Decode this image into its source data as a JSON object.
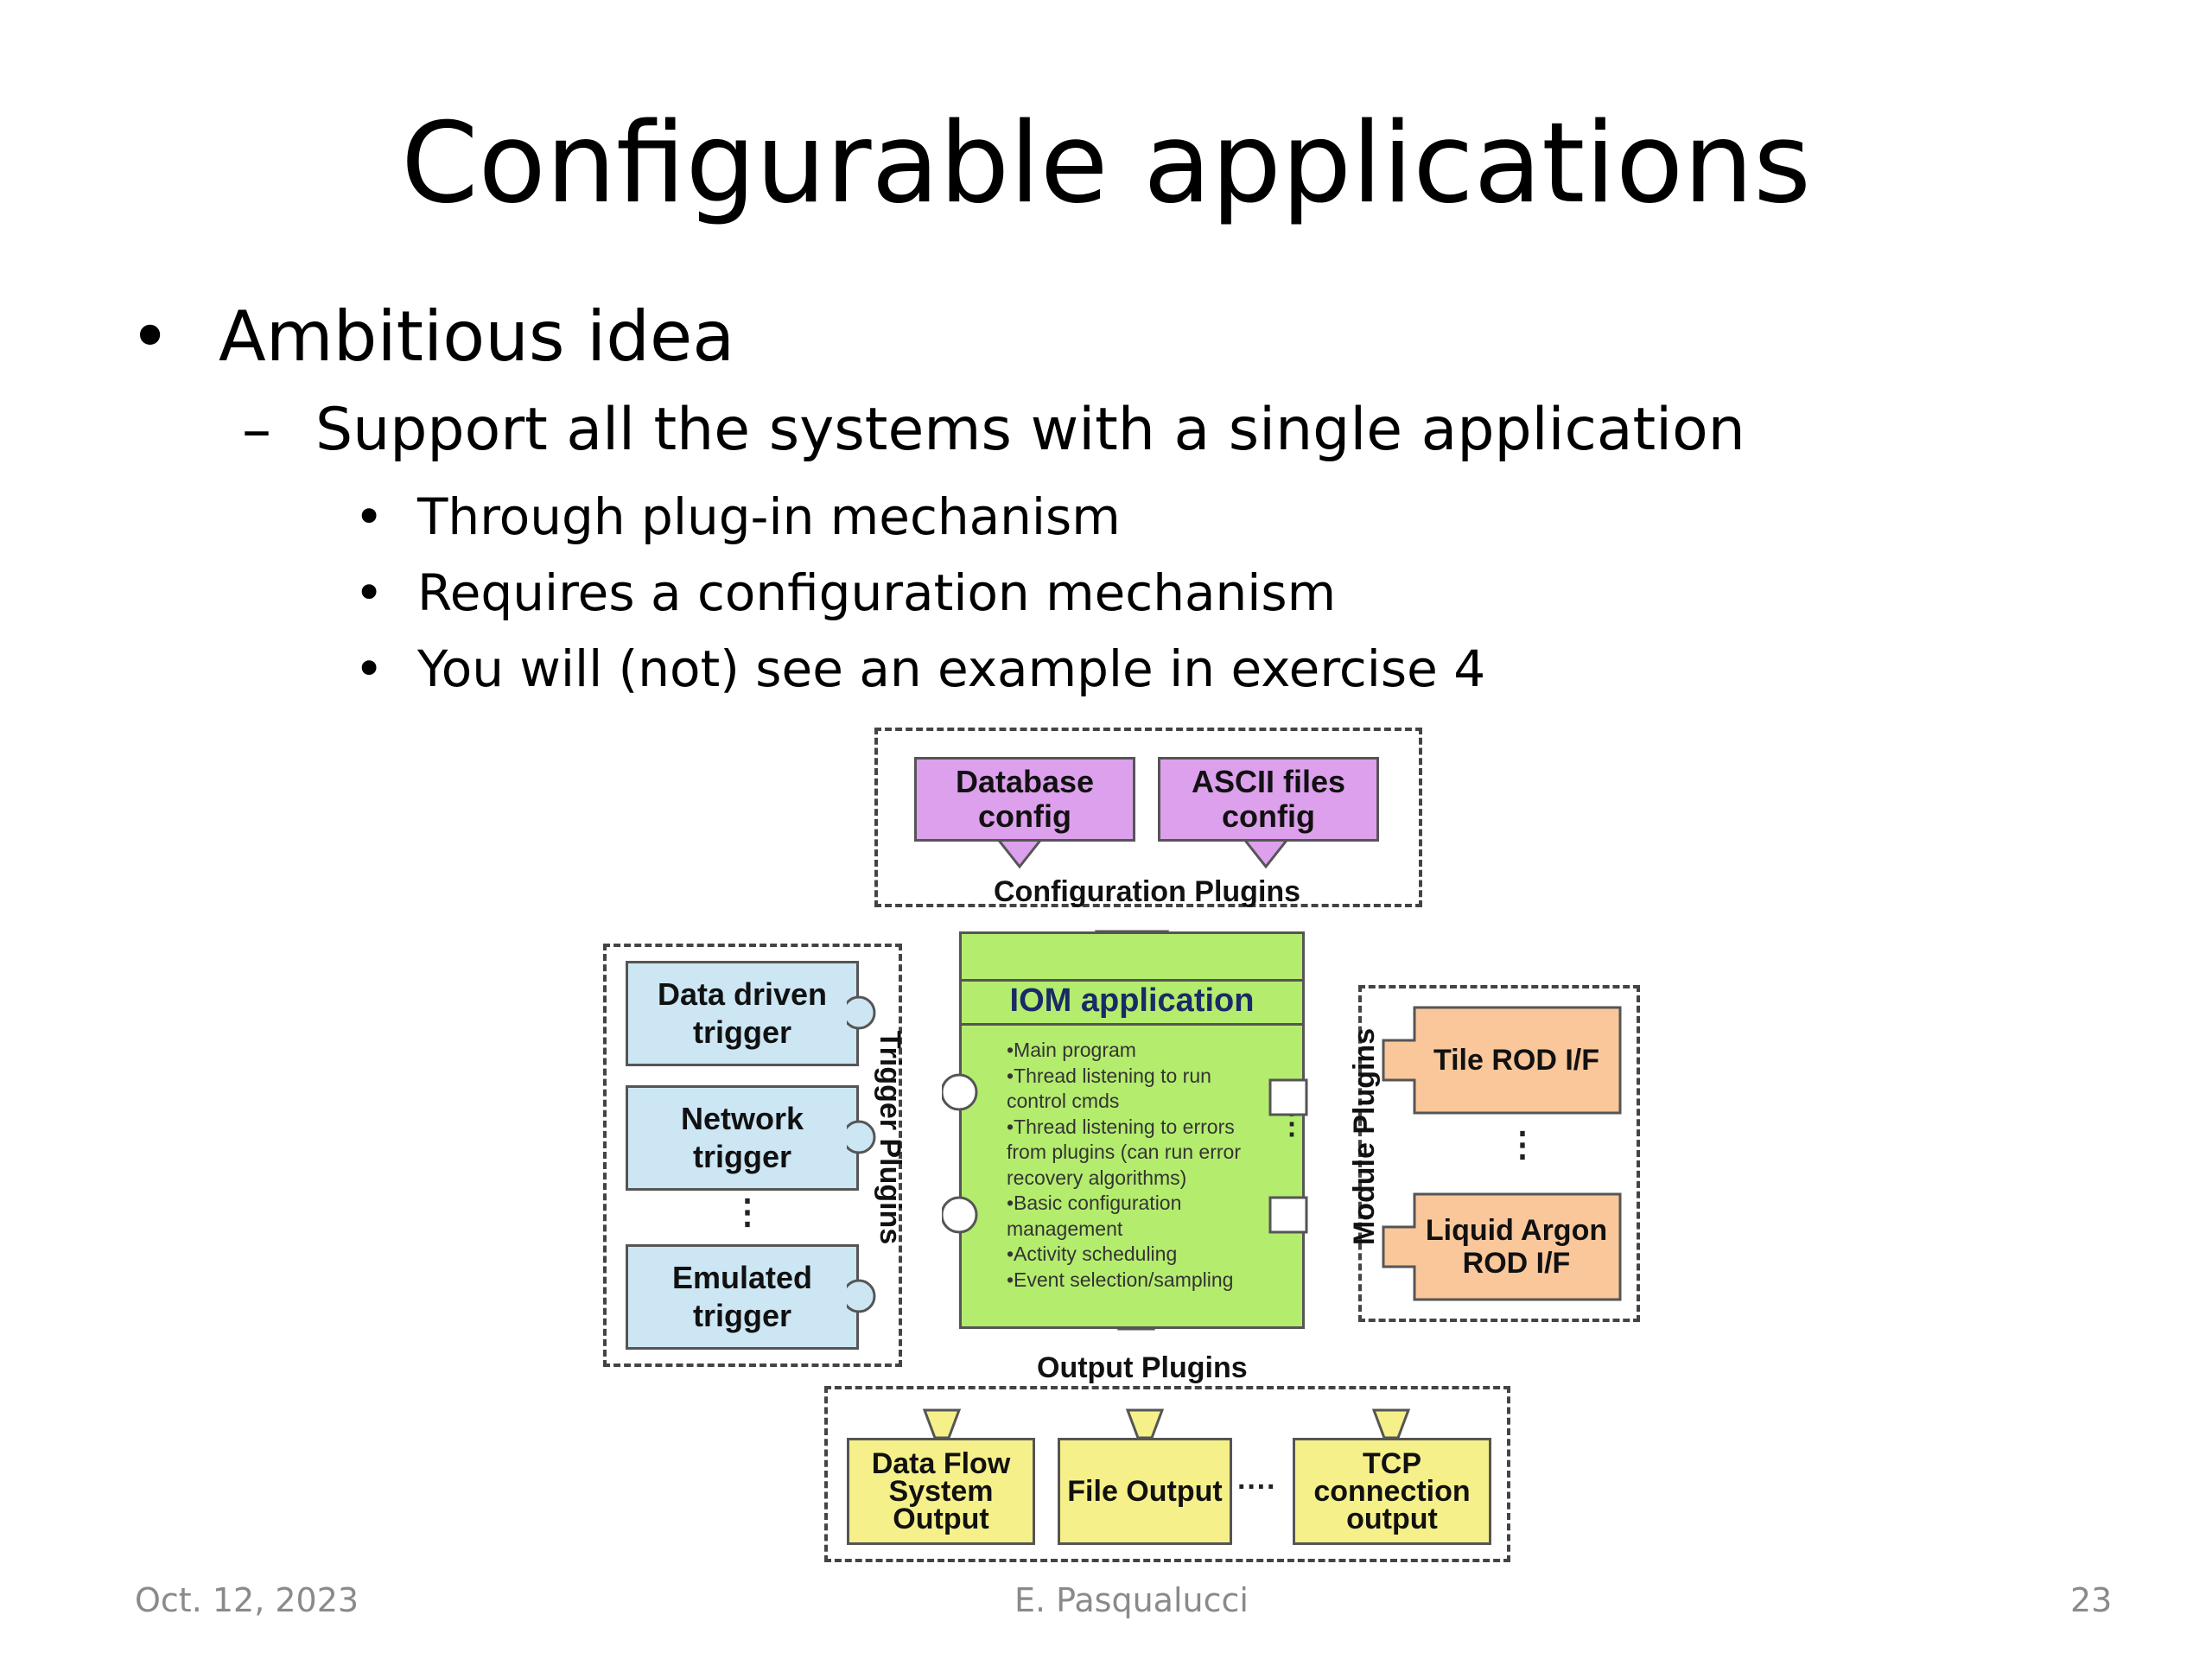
{
  "title": "Configurable applications",
  "bullets": {
    "l1": "Ambitious idea",
    "l2": "Support all the systems with a single application",
    "l3": [
      "Through plug-in mechanism",
      "Requires a configuration mechanism",
      "You will (not) see an example in exercise 4"
    ],
    "marker_l1": "•",
    "marker_l2": "–",
    "marker_l3": "•"
  },
  "diagram": {
    "configuration": {
      "label": "Configuration Plugins",
      "database": "Database config",
      "ascii": "ASCII files config"
    },
    "trigger": {
      "label": "Trigger Plugins",
      "data_driven": "Data driven trigger",
      "network": "Network trigger",
      "emulated": "Emulated trigger",
      "ellipsis": "⋮"
    },
    "iom": {
      "title": "IOM application",
      "items": [
        "•Main program",
        "•Thread listening to run control cmds",
        "•Thread listening to errors from plugins (can run error recovery algorithms)",
        "•Basic configuration management",
        "•Activity scheduling",
        "•Event selection/sampling"
      ],
      "ellipsis": "⋮"
    },
    "module": {
      "label": "Module Plugins",
      "tile_rod": "Tile ROD I/F",
      "liquid_argon": "Liquid Argon ROD I/F",
      "ellipsis": "⋮"
    },
    "output": {
      "label": "Output Plugins",
      "dataflow": "Data Flow System Output",
      "file": "File Output",
      "tcp": "TCP connection output",
      "ellipsis": "····"
    },
    "colors": {
      "config": "#dda0ec",
      "trigger": "#cce6f4",
      "iom": "#b4ec6e",
      "module": "#f9c79a",
      "output": "#f6f08a"
    }
  },
  "footer": {
    "date": "Oct. 12, 2023",
    "author": "E. Pasqualucci",
    "page": "23"
  }
}
